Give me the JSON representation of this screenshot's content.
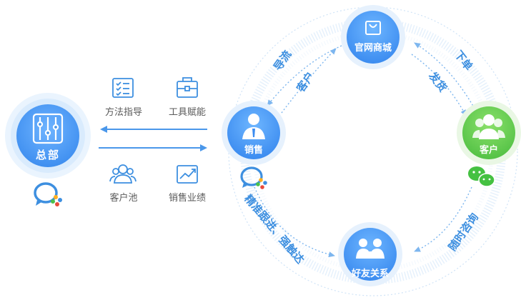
{
  "hq": {
    "label": "总部"
  },
  "left_tools": {
    "method": "方法指导",
    "tools": "工具赋能",
    "pool": "客户池",
    "performance": "销售业绩"
  },
  "nodes": {
    "store": "官网商城",
    "sales": "销售",
    "customer": "客户",
    "friends": "好友关系"
  },
  "flows": {
    "guide": "导流",
    "cust": "客户",
    "order": "下单",
    "ship": "发货",
    "consult": "随时咨询",
    "follow": "精准跟进、强触达"
  }
}
